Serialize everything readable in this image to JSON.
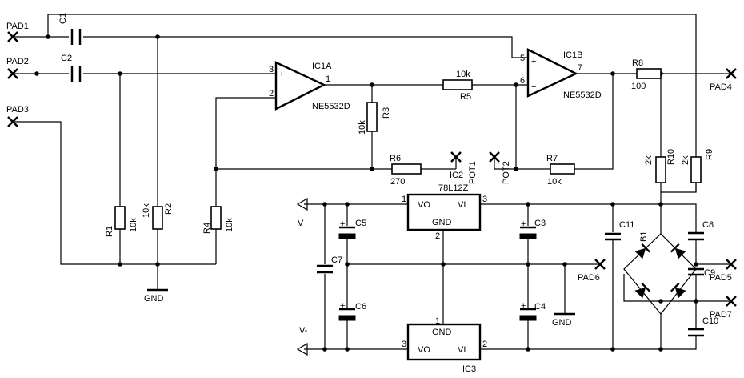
{
  "pads": {
    "pad1": "PAD1",
    "pad2": "PAD2",
    "pad3": "PAD3",
    "pad4": "PAD4",
    "pad5": "PAD5",
    "pad6": "PAD6",
    "pad7": "PAD7"
  },
  "capacitors": {
    "c1": "C1",
    "c2": "C2",
    "c3": "C3",
    "c4": "C4",
    "c5": "C5",
    "c6": "C6",
    "c7": "C7",
    "c8": "C8",
    "c9": "C9",
    "c10": "C10",
    "c11": "C11"
  },
  "resistors": {
    "r1": {
      "name": "R1",
      "value": "10k"
    },
    "r2": {
      "name": "R2",
      "value": "10k"
    },
    "r3": {
      "name": "R3",
      "value": "10k"
    },
    "r4": {
      "name": "R4",
      "value": "10k"
    },
    "r5": {
      "name": "R5",
      "value": "10k"
    },
    "r6": {
      "name": "R6",
      "value": "270"
    },
    "r7": {
      "name": "R7",
      "value": "10k"
    },
    "r8": {
      "name": "R8",
      "value": "100"
    },
    "r9": {
      "name": "R9",
      "value": "2k"
    },
    "r10": {
      "name": "R10",
      "value": "2k"
    }
  },
  "opamps": {
    "ic1a": {
      "name": "IC1A",
      "part": "NE5532D",
      "pin_out": "1",
      "pin_plus": "3",
      "pin_minus": "2"
    },
    "ic1b": {
      "name": "IC1B",
      "part": "NE5532D",
      "pin_out": "7",
      "pin_plus": "5",
      "pin_minus": "6"
    }
  },
  "regulators": {
    "ic2": {
      "name": "IC2",
      "part": "78L12Z",
      "vo": "VO",
      "vi": "VI",
      "gnd": "GND",
      "pin_vo": "1",
      "pin_vi": "3",
      "pin_gnd": "2"
    },
    "ic3": {
      "name": "IC3",
      "vo": "VO",
      "vi": "VI",
      "gnd": "GND",
      "pin_vo": "3",
      "pin_vi": "2",
      "pin_gnd": "1"
    }
  },
  "pots": {
    "pot1": "POT1",
    "pot2": "POT2"
  },
  "bridge": "B1",
  "supply": {
    "vplus": "V+",
    "vminus": "V-",
    "gnd1": "GND",
    "gnd2": "GND"
  },
  "plus_sign": "+",
  "minus_sign": "−"
}
